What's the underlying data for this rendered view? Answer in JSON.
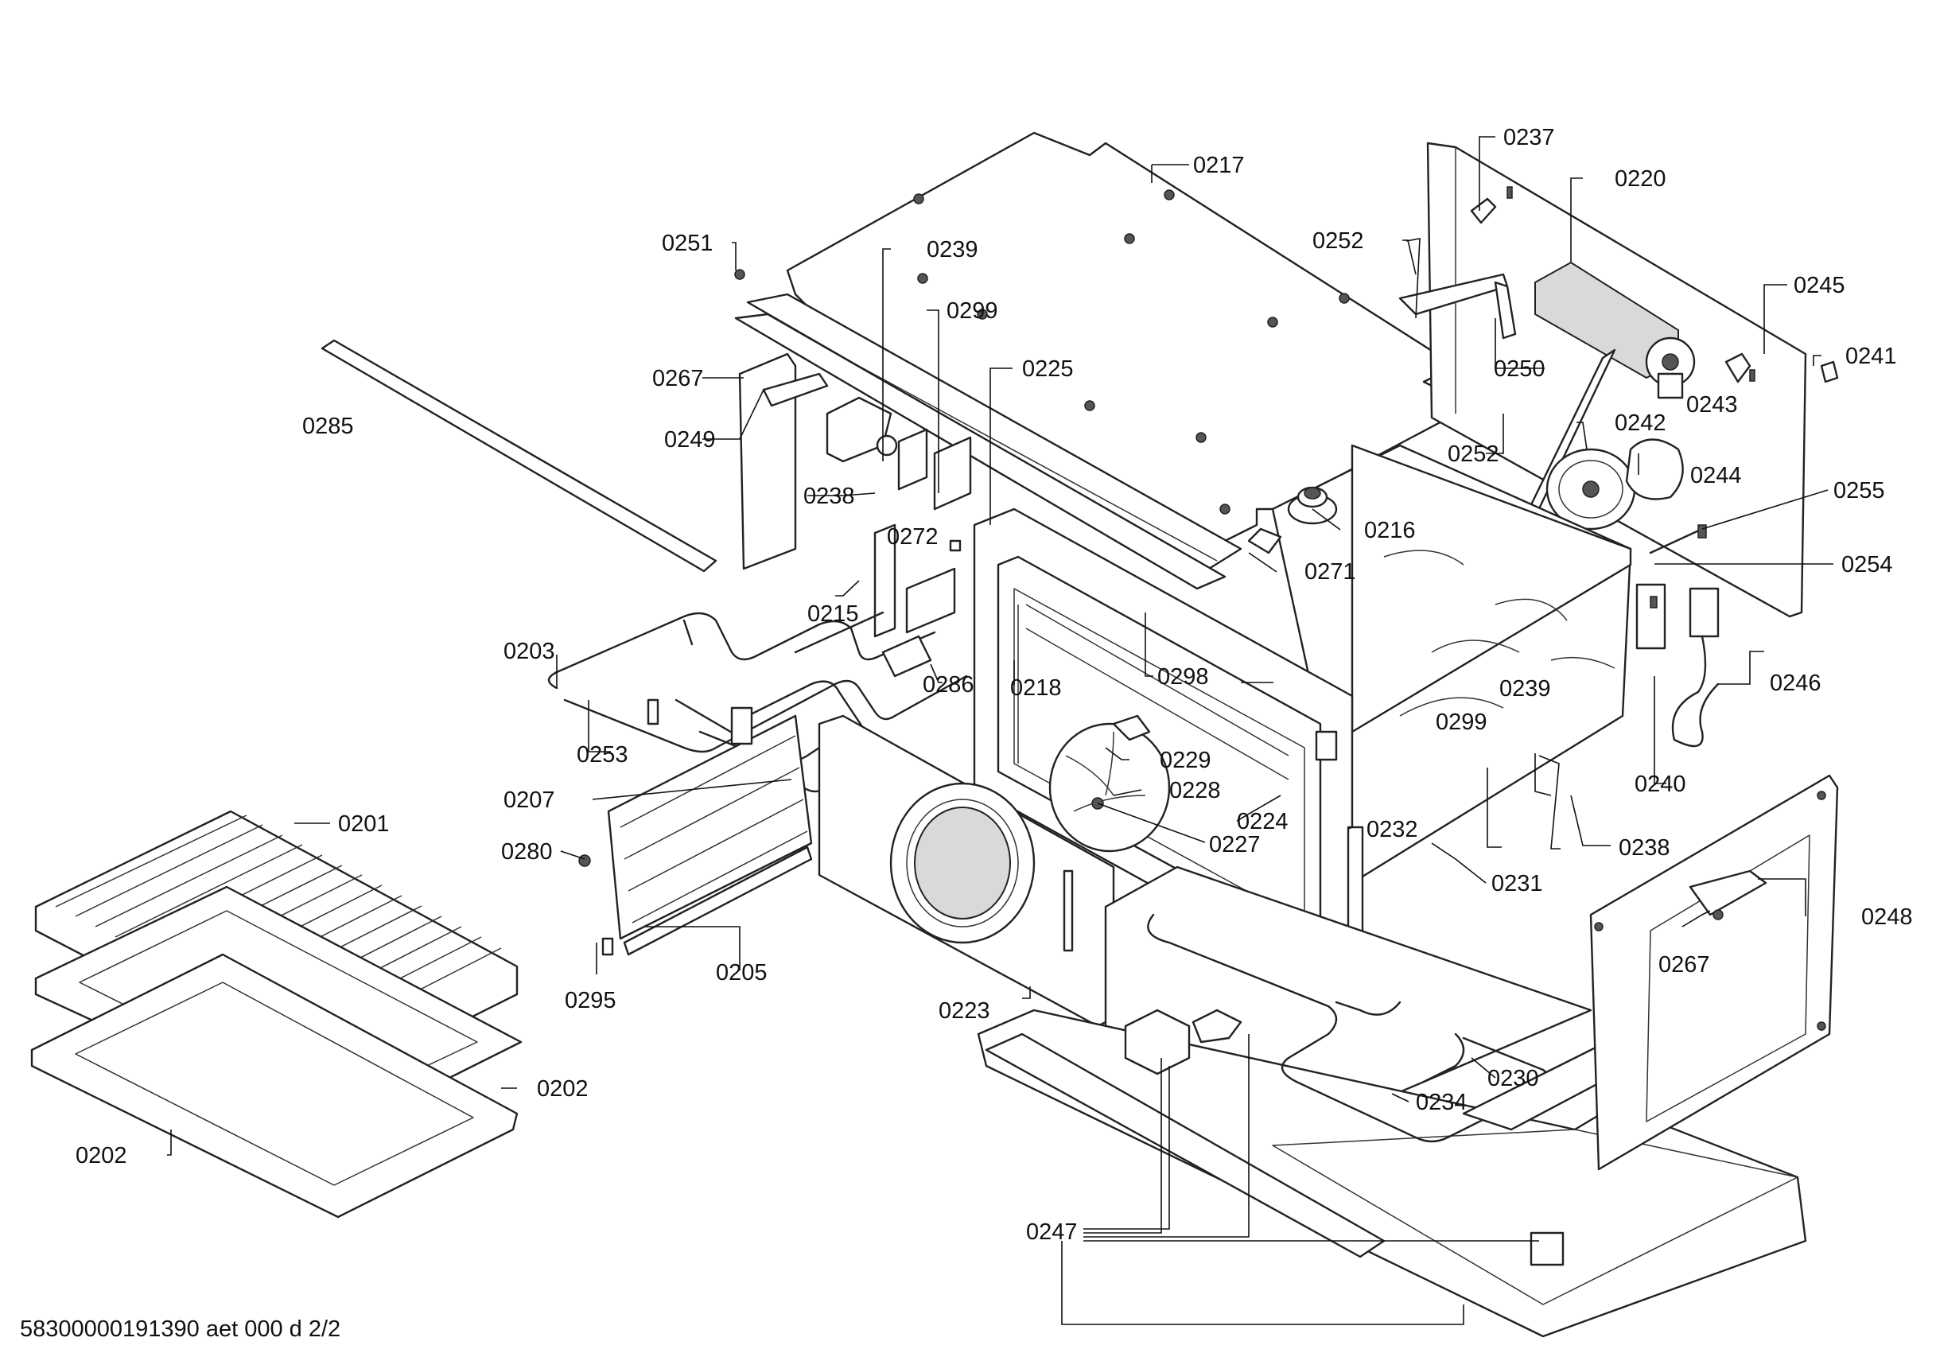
{
  "footer_text": "58300000191390 aet 000 d 2/2",
  "part_numbers": [
    "0201",
    "0202",
    "0202",
    "0203",
    "0205",
    "0207",
    "0215",
    "0216",
    "0217",
    "0218",
    "0220",
    "0223",
    "0224",
    "0225",
    "0227",
    "0228",
    "0229",
    "0230",
    "0231",
    "0232",
    "0234",
    "0237",
    "0238",
    "0238",
    "0239",
    "0239",
    "0240",
    "0241",
    "0242",
    "0243",
    "0244",
    "0245",
    "0246",
    "0247",
    "0248",
    "0249",
    "0250",
    "0251",
    "0252",
    "0252",
    "0253",
    "0254",
    "0255",
    "0267",
    "0267",
    "0271",
    "0272",
    "0280",
    "0285",
    "0286",
    "0295",
    "0298",
    "0299",
    "0299"
  ]
}
